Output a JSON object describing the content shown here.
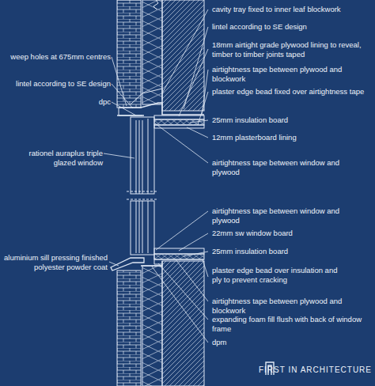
{
  "diagram": {
    "labels": [
      "cavity tray fixed to inner leaf blockwork",
      "lintel according to SE design",
      "18mm airtight grade plywood lining to reveal, timber to timber joints taped",
      "airtightness tape between plywood and blockwork",
      "plaster edge bead fixed over airtightness tape",
      "25mm insulation board",
      "12mm plasterboard lining",
      "airtightness tape between window and plywood",
      "weep holes at 675mm centres",
      "lintel according to SE design",
      "dpc",
      "rationel auraplus triple glazed window",
      "airtightness tape between window and plywood",
      "22mm sw window board",
      "25mm insulation board",
      "plaster edge bead over insulation and ply to prevent cracking",
      "airtightness tape between plywood and blockwork",
      "expanding foam fill flush with back of window frame",
      "dpm",
      "aluminium sill pressing finished polyester powder coat",
      "FIRST IN ARCHITECTURE"
    ]
  }
}
